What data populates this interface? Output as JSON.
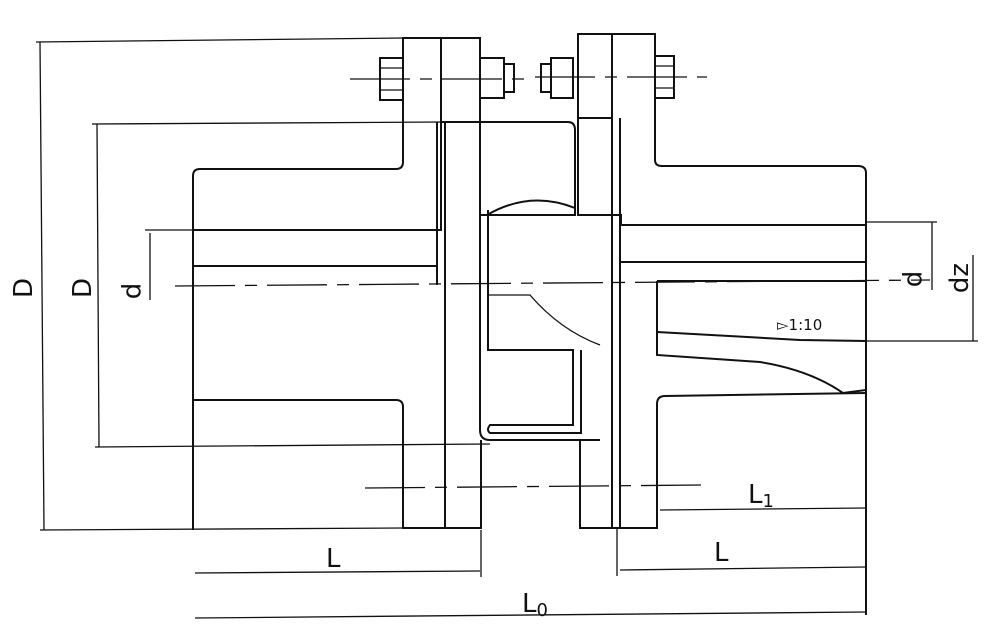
{
  "drawing": {
    "subject": "Flexible shaft coupling cross-section",
    "line_color": "#111111",
    "background": "#ffffff"
  },
  "dimensions": {
    "outer_diameter": "D",
    "inner_diameter": "D",
    "bore_left": "d",
    "bore_right": "d",
    "bore_taper": "dz",
    "hub_length_left": "L",
    "hub_length_right": "L",
    "engagement_length": "L",
    "engagement_length_sub": "1",
    "overall_length": "L",
    "overall_length_sub": "0",
    "taper_ratio": "1:10",
    "taper_symbol": "▻"
  }
}
